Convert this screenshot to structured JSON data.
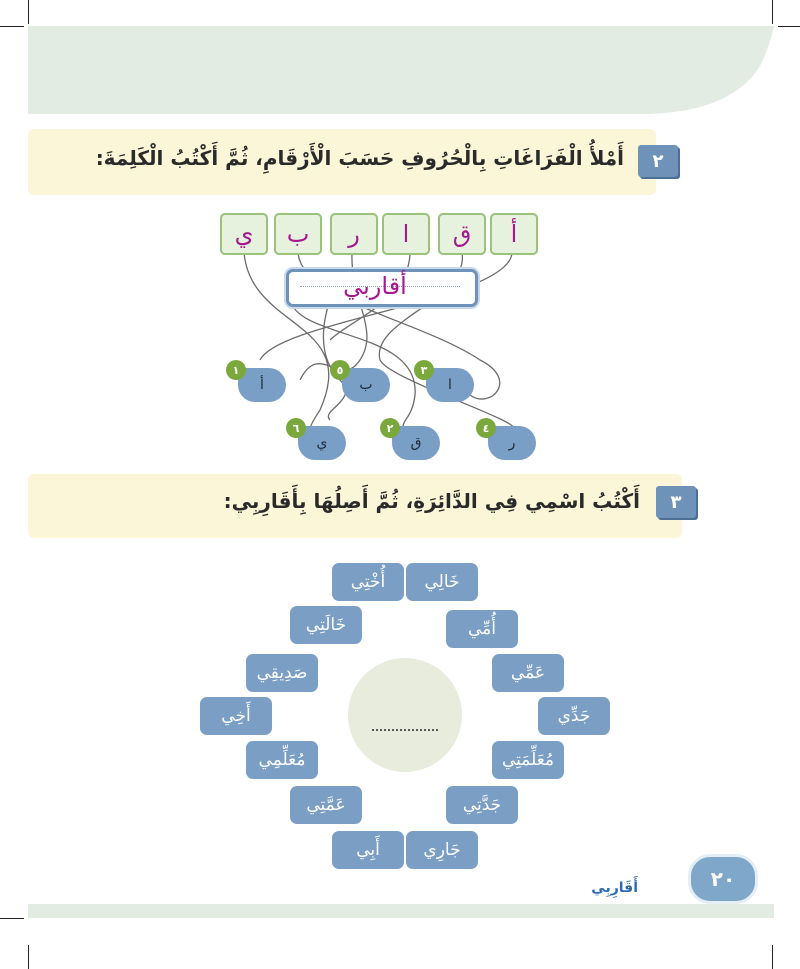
{
  "exercise2": {
    "number": "٢",
    "instruction": "أَمْلأُ الْفَرَاغَاتِ بِالْحُرُوفِ حَسَبَ الْأَرْقَامِ، ثُمَّ أَكْتُبُ الْكَلِمَةَ:",
    "letters": [
      "أ",
      "ق",
      "ا",
      "ر",
      "ب",
      "ي"
    ],
    "answer_word": "أقاربي",
    "drops": [
      {
        "letter": "أ",
        "number": "١"
      },
      {
        "letter": "ب",
        "number": "٥"
      },
      {
        "letter": "ا",
        "number": "٣"
      },
      {
        "letter": "ي",
        "number": "٦"
      },
      {
        "letter": "ق",
        "number": "٢"
      },
      {
        "letter": "ر",
        "number": "٤"
      }
    ]
  },
  "exercise3": {
    "number": "٣",
    "instruction": "أَكْتُبُ اسْمِي فِي الدَّائِرَةِ، ثُمَّ أَصِلُهَا بِأَقَارِبِي:",
    "words": [
      "خَالِي",
      "أُخْتِي",
      "خَالَتِي",
      "أُمِّي",
      "صَدِيقِي",
      "عَمِّي",
      "أَخِي",
      "جَدِّي",
      "مُعَلِّمِي",
      "مُعَلِّمَتِي",
      "عَمَّتِي",
      "جَدَّتِي",
      "أَبِي",
      "جَارِي"
    ],
    "circle_placeholder": "...................."
  },
  "footer": {
    "page_number": "٢٠",
    "unit_label": "أَقَارِبِي"
  },
  "colors": {
    "accent": "#6f92b8",
    "letter": "#a5188f",
    "badge": "#7ba83c",
    "strip": "#fbf6d8",
    "band": "#e3ece2"
  }
}
